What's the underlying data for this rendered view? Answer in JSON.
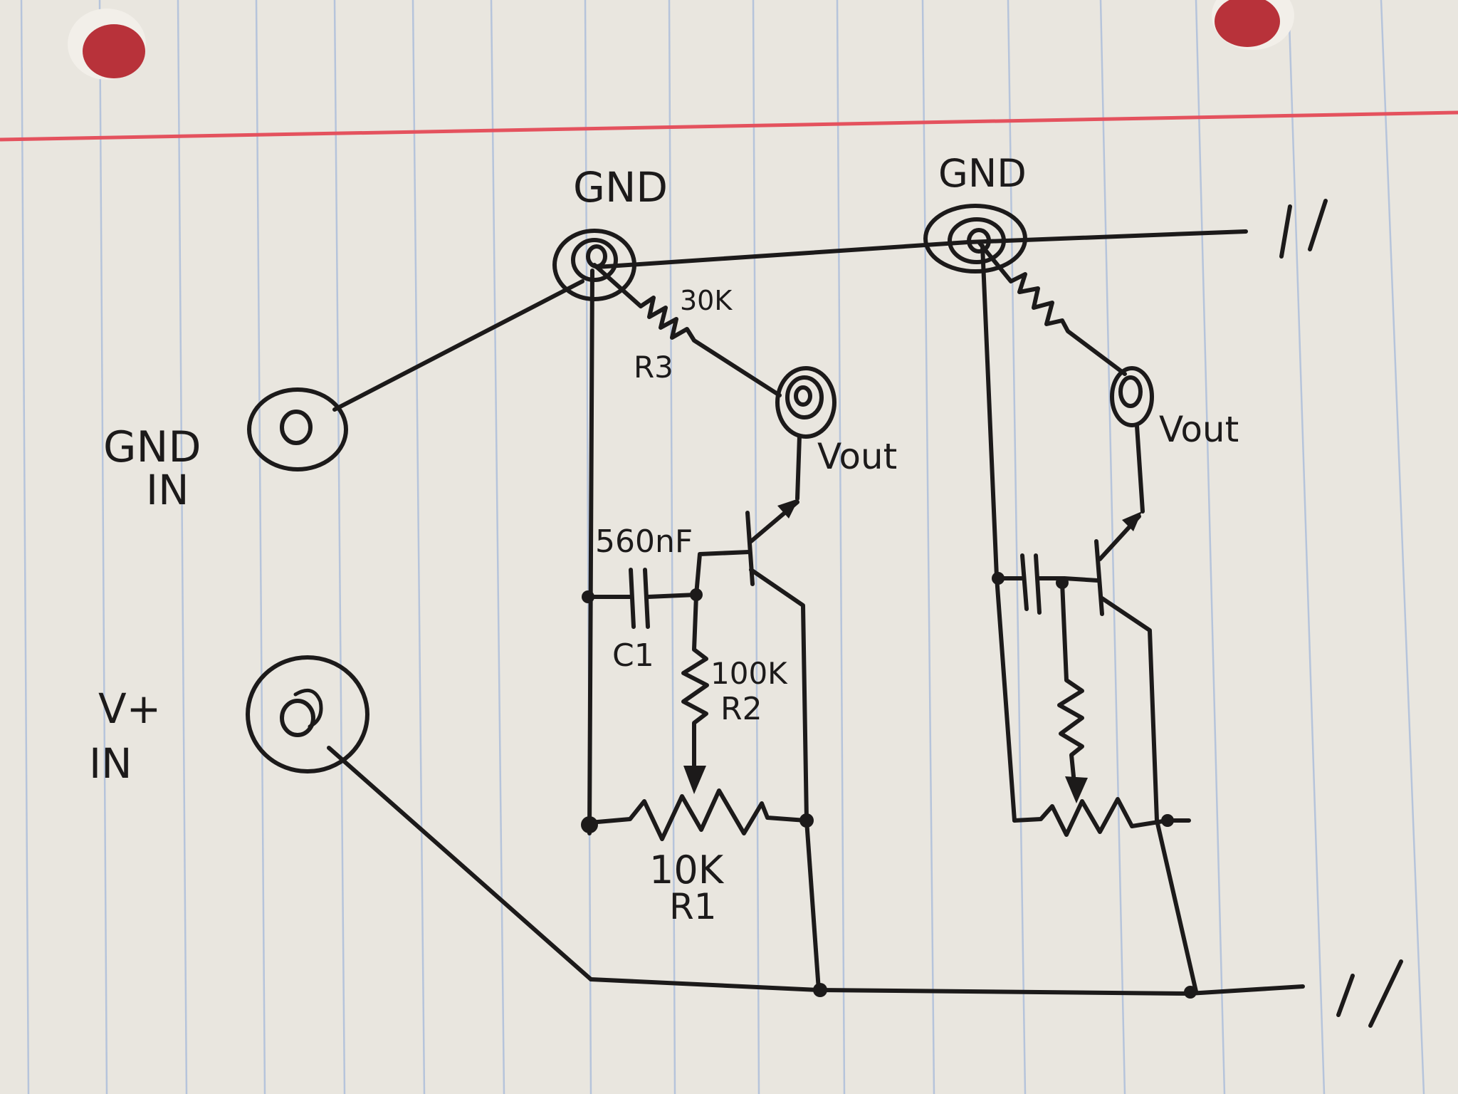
{
  "labels": {
    "gnd_top_left": "GND",
    "gnd_top_right": "GND",
    "gnd_in_line1": "GND",
    "gnd_in_line2": "IN",
    "vplus_in_line1": "V+",
    "vplus_in_line2": "IN",
    "r3_value": "30K",
    "r3_name": "R3",
    "vout_left": "Vout",
    "vout_right": "Vout",
    "c1_value": "560nF",
    "c1_name": "C1",
    "r2_value": "100K",
    "r2_name": "R2",
    "r1_value": "10K",
    "r1_name": "R1",
    "continue_top": "//",
    "continue_bottom": "//"
  },
  "colors": {
    "paper": "#e9e6df",
    "ink": "#1c1a1a",
    "rule_lines": "#8eaad8",
    "margin_line": "#e4525e",
    "punch_hole": "#b8323a"
  }
}
